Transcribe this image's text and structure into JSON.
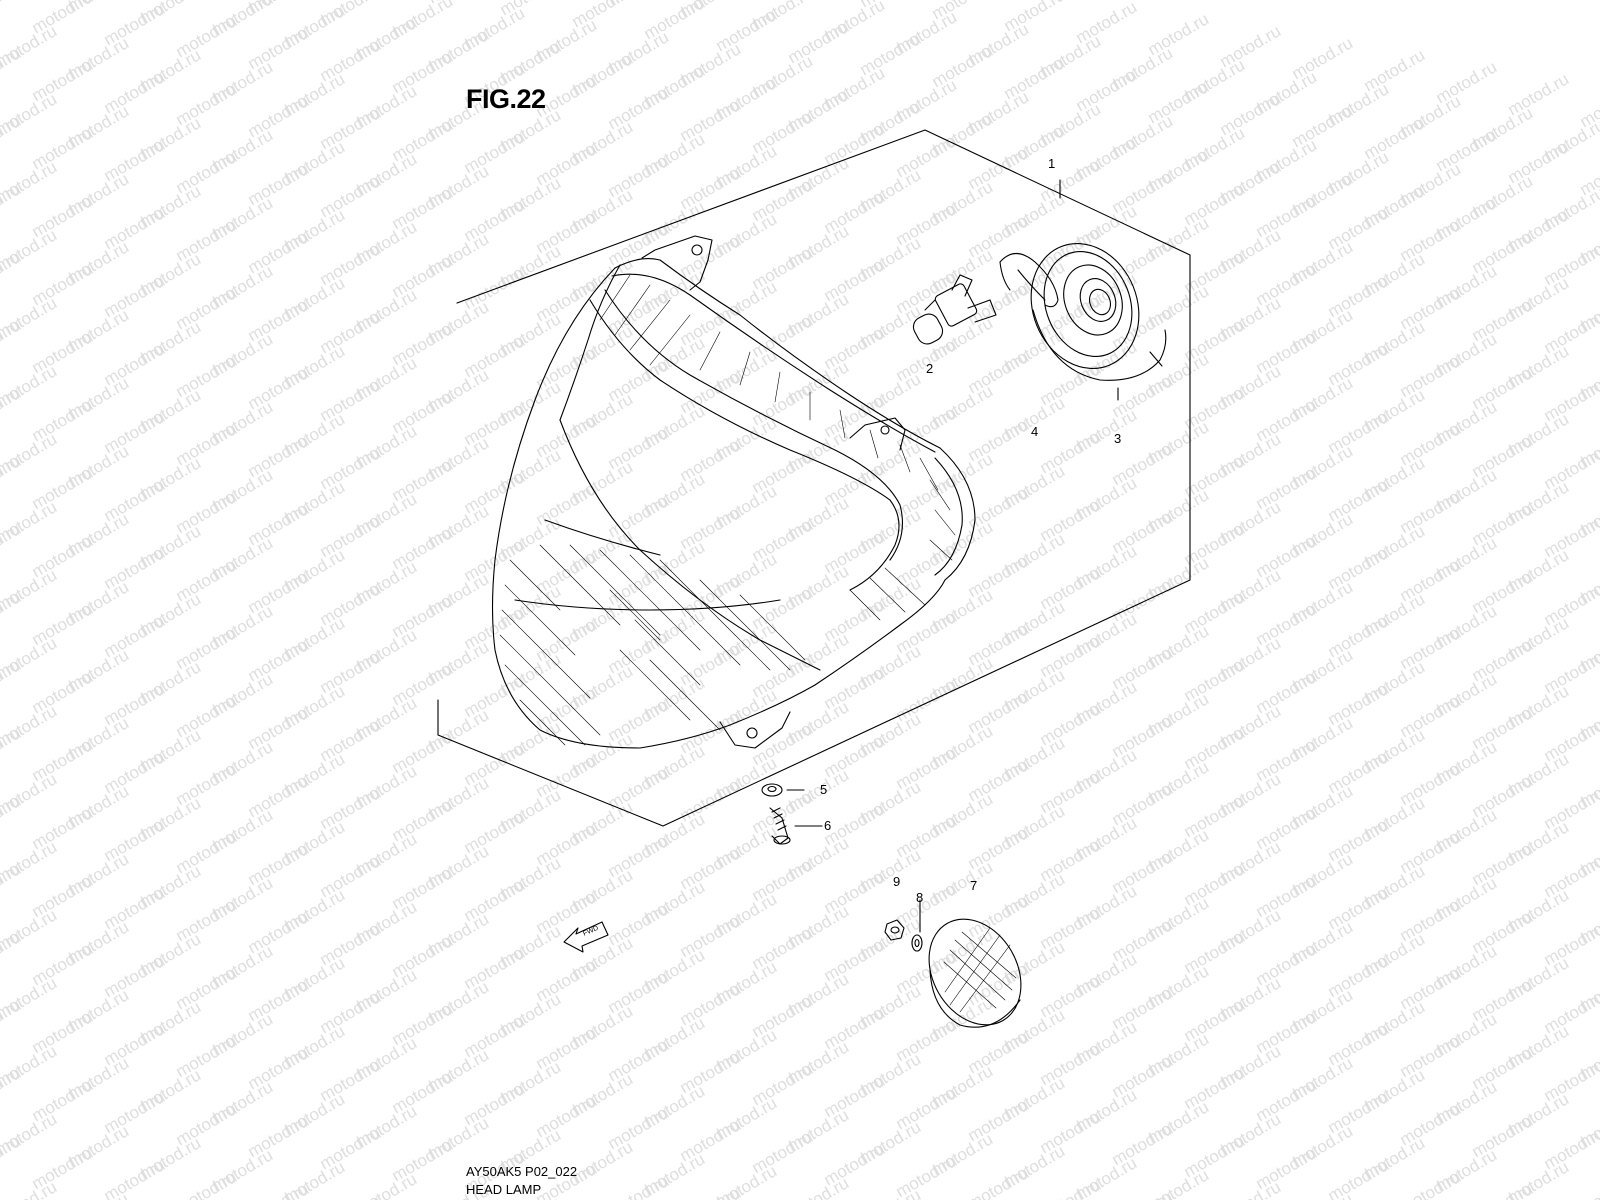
{
  "figure": {
    "title": "FIG.22",
    "code": "AY50AK5 P02_022",
    "name": "HEAD LAMP"
  },
  "watermark": {
    "text": "motod.ru",
    "color": "#dedede"
  },
  "callouts": [
    {
      "id": "1",
      "label": "1"
    },
    {
      "id": "2",
      "label": "2"
    },
    {
      "id": "3",
      "label": "3"
    },
    {
      "id": "4",
      "label": "4"
    },
    {
      "id": "5",
      "label": "5"
    },
    {
      "id": "6",
      "label": "6"
    },
    {
      "id": "7",
      "label": "7"
    },
    {
      "id": "8",
      "label": "8"
    },
    {
      "id": "9",
      "label": "9"
    }
  ],
  "direction_arrow": {
    "label": "FWD"
  },
  "colors": {
    "line": "#000000",
    "background": "#ffffff"
  }
}
